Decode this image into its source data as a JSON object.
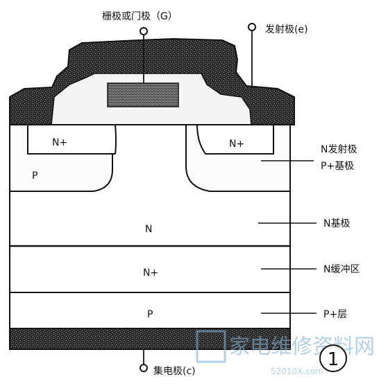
{
  "diagram": {
    "terminals": {
      "gate": "栅极或门极（G）",
      "emitter": "发射极(e)",
      "collector": "集电极(c)"
    },
    "regions": {
      "n_plus_left": "N+",
      "n_plus_right": "N+",
      "p_base": "P",
      "n_drift": "N",
      "n_plus_buffer": "N+",
      "p_collector": "P"
    },
    "callouts": [
      "N发射极",
      "P+基极",
      "N基极",
      "N缓冲区",
      "P+层"
    ],
    "figure_number": "1"
  },
  "watermark": {
    "text": "家电维修资料网",
    "url": "52010X.com"
  },
  "colors": {
    "ink": "#111111",
    "fill_dark": "#2a2a2a",
    "fill_light": "#f4f4f4",
    "watermark": "#7fb0d6"
  }
}
